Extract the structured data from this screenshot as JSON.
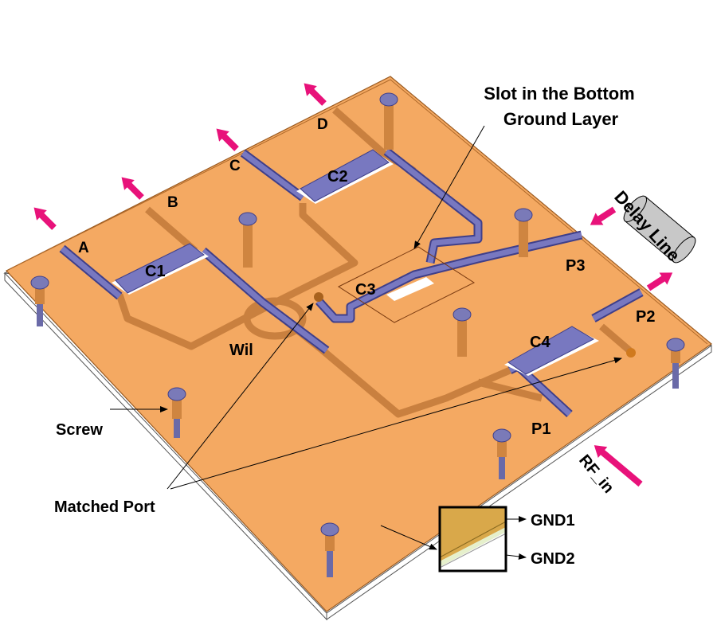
{
  "colors": {
    "board": "#f4a962",
    "board_edge": "#c47a35",
    "trace_blue": "#7878c0",
    "trace_blue_dark": "#3f3f8a",
    "trace_brown": "#c9803f",
    "arrow_pink": "#e8127a",
    "screw_head": "#7a7ab8",
    "screw_body": "#cf8540",
    "gnd1": "#d9a84a",
    "gnd2": "#e6f0cc",
    "delay_line": "#c8c8c8"
  },
  "labels": {
    "slot_line1": "Slot in the Bottom",
    "slot_line2": "Ground Layer",
    "delay_line": "Delay Line",
    "port_a": "A",
    "port_b": "B",
    "port_c": "C",
    "port_d": "D",
    "coupler_c1": "C1",
    "coupler_c2": "C2",
    "coupler_c3": "C3",
    "coupler_c4": "C4",
    "wilkinson": "Wil",
    "port_p1": "P1",
    "port_p2": "P2",
    "port_p3": "P3",
    "screw": "Screw",
    "matched_port": "Matched Port",
    "rf_in": "RF_in",
    "gnd1": "GND1",
    "gnd2": "GND2"
  }
}
